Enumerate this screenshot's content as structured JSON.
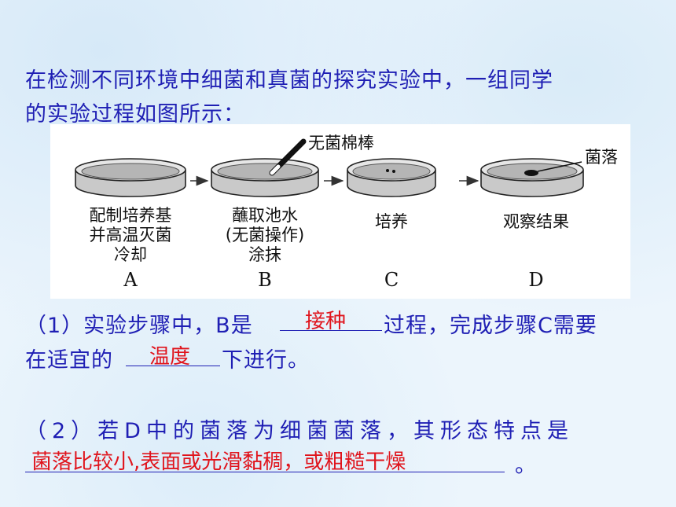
{
  "question": {
    "line1": "在检测不同环境中细菌和真菌的探究实验中，一组同学",
    "line2": "的实验过程如图所示："
  },
  "figure": {
    "swab_label": "无菌棉棒",
    "colony_label": "菌落",
    "steps": [
      {
        "letter": "A",
        "lines": [
          "配制培养基",
          "并高温灭菌",
          "冷却"
        ]
      },
      {
        "letter": "B",
        "lines": [
          "蘸取池水",
          "(无菌操作)",
          "涂抹"
        ]
      },
      {
        "letter": "C",
        "lines": [
          "培养"
        ]
      },
      {
        "letter": "D",
        "lines": [
          "观察结果"
        ]
      }
    ]
  },
  "part1": {
    "prefix": "（1）实验步骤中，B是",
    "middle": "过程，完成步骤C需要",
    "line2_prefix": "在适宜的",
    "line2_suffix": "下进行。",
    "answer1": "接种",
    "answer2": "温度"
  },
  "part2": {
    "line1": "（2）若D中的菌落为细菌菌落，其形态特点是",
    "answer": "菌落比较小,表面或光滑黏稠，或粗糙干燥",
    "end": "。"
  }
}
